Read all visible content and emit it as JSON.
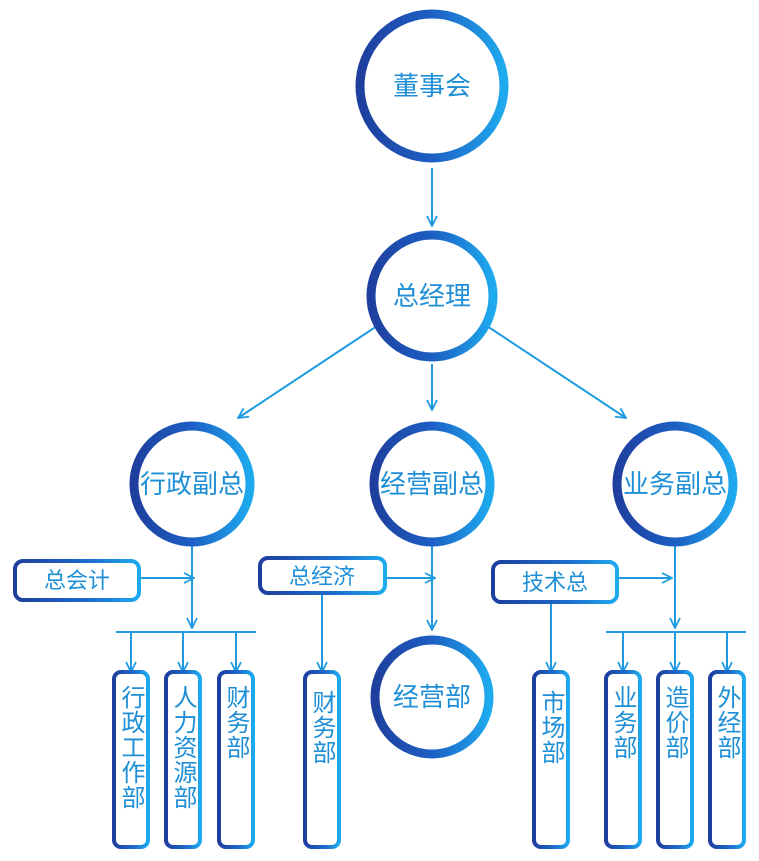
{
  "colors": {
    "ring_dark": "#1e3f9e",
    "ring_light": "#1ea8ec",
    "line": "#1e9be0",
    "text": "#1e8fd6"
  },
  "nodes": {
    "board": "董事会",
    "gm": "总经理",
    "admin_vp": "行政副总",
    "ops_vp": "经营副总",
    "biz_vp": "业务副总",
    "ops_dept": "经营部"
  },
  "assistants": {
    "chief_accountant": "总会计",
    "chief_economist": "总经济",
    "chief_tech": "技术总"
  },
  "departments": {
    "admin_work": "行政工作部",
    "hr": "人力资源部",
    "finance_admin": "财务部",
    "finance_ops": "财务部",
    "market": "市场部",
    "business": "业务部",
    "cost": "造价部",
    "external": "外经部"
  }
}
